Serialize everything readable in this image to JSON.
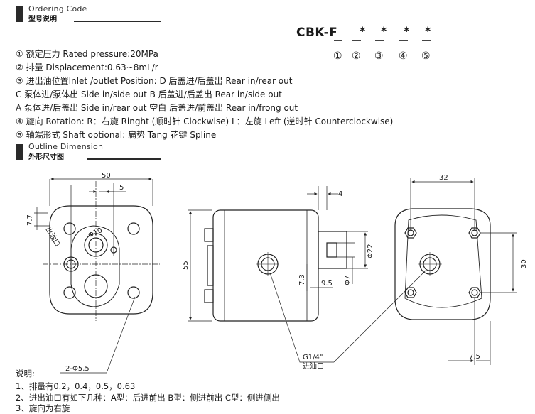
{
  "ordering": {
    "title_en": "Ordering Code",
    "title_zh": "型号说明",
    "code": "CBK-F",
    "stars": [
      "*",
      "*",
      "*",
      "*"
    ],
    "positions": [
      "①",
      "②",
      "③",
      "④",
      "⑤"
    ]
  },
  "spec_lines": [
    "① 额定压力 Rated pressure:20MPa",
    "② 排量 Displacement:0.63~8mL/r",
    "③ 进出油位置Inlet /outlet Position: D 后盖进/后盖出 Rear in/rear out",
    "C 泵体进/泵体出 Side in/side out  B 后盖进/后盖出 Rear in/side out",
    "A 泵体进/后盖出 Side in/rear out   空白 后盖进/前盖出 Rear in/frong out",
    "④ 旋向 Rotation: R：右旋 Ringht (顺时针 Clockwise)   L：左旋 Left (逆时针 Counterclockwise)",
    "⑤ 轴端形式 Shaft optional: 扁势 Tang 花键 Spline"
  ],
  "outline": {
    "title_en": "Outline Dimension",
    "title_zh": "外形尺寸图"
  },
  "dims": {
    "d50": "50",
    "d5": "5",
    "d7_7": "7.7",
    "d55": "55",
    "d4": "4",
    "d22": "Φ22",
    "d7": "Φ7",
    "d7_3": "7.3",
    "d9_5": "9.5",
    "d32": "32",
    "d30": "30",
    "d7_5": "7.5",
    "d10": "Φ10",
    "d_holes": "2-Φ5.5",
    "port": "G1/4\"",
    "port_zh": "进油口",
    "outlet_zh": "出油口"
  },
  "notes": {
    "title": "说明:",
    "items": [
      "1、排量有0.2，0.4，0.5，0.63",
      "2、进出油口有如下几种：A型：后进前出      B型：侧进前出      C型：侧进侧出",
      "3、旋向为右旋"
    ]
  }
}
